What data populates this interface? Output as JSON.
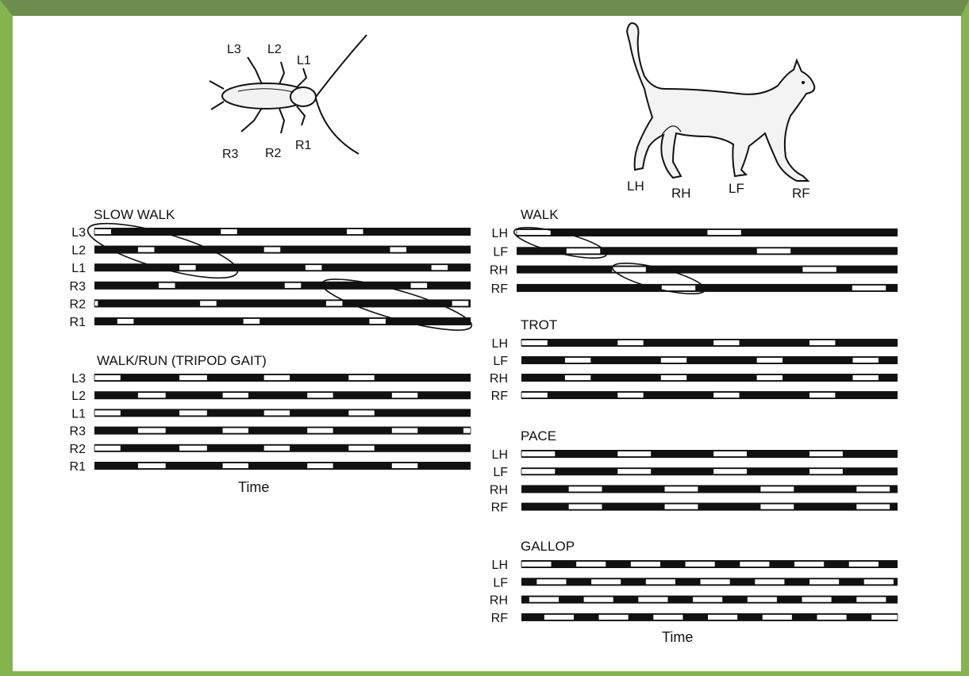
{
  "cockroach": {
    "leg_labels": [
      "L3",
      "L2",
      "L1",
      "R3",
      "R2",
      "R1"
    ]
  },
  "cat": {
    "leg_labels": [
      "LH",
      "RH",
      "LF",
      "RF"
    ]
  },
  "insect_gaits": [
    {
      "title": "SLOW WALK",
      "rows": [
        {
          "label": "L3",
          "swings": [
            [
              0.0,
              0.045
            ],
            [
              0.335,
              0.38
            ],
            [
              0.67,
              0.715
            ]
          ]
        },
        {
          "label": "L2",
          "swings": [
            [
              0.115,
              0.16
            ],
            [
              0.45,
              0.495
            ],
            [
              0.785,
              0.83
            ]
          ]
        },
        {
          "label": "L1",
          "swings": [
            [
              0.225,
              0.27
            ],
            [
              0.56,
              0.605
            ],
            [
              0.895,
              0.94
            ]
          ]
        },
        {
          "label": "R3",
          "swings": [
            [
              0.17,
              0.215
            ],
            [
              0.505,
              0.55
            ],
            [
              0.84,
              0.885
            ]
          ]
        },
        {
          "label": "R2",
          "swings": [
            [
              0.0,
              0.01
            ],
            [
              0.28,
              0.325
            ],
            [
              0.615,
              0.66
            ],
            [
              0.95,
              0.995
            ]
          ]
        },
        {
          "label": "R1",
          "swings": [
            [
              0.06,
              0.105
            ],
            [
              0.395,
              0.44
            ],
            [
              0.73,
              0.775
            ]
          ]
        }
      ]
    },
    {
      "title": "WALK/RUN (TRIPOD GAIT)",
      "rows": [
        {
          "label": "L3",
          "swings": [
            [
              0.0,
              0.07
            ],
            [
              0.225,
              0.3
            ],
            [
              0.45,
              0.52
            ],
            [
              0.675,
              0.745
            ]
          ]
        },
        {
          "label": "L2",
          "swings": [
            [
              0.115,
              0.19
            ],
            [
              0.34,
              0.41
            ],
            [
              0.565,
              0.635
            ],
            [
              0.79,
              0.86
            ]
          ]
        },
        {
          "label": "L1",
          "swings": [
            [
              0.0,
              0.07
            ],
            [
              0.225,
              0.3
            ],
            [
              0.45,
              0.52
            ],
            [
              0.675,
              0.745
            ]
          ]
        },
        {
          "label": "R3",
          "swings": [
            [
              0.115,
              0.19
            ],
            [
              0.34,
              0.41
            ],
            [
              0.565,
              0.635
            ],
            [
              0.79,
              0.86
            ],
            [
              0.98,
              1.0
            ]
          ]
        },
        {
          "label": "R2",
          "swings": [
            [
              0.0,
              0.07
            ],
            [
              0.225,
              0.3
            ],
            [
              0.45,
              0.52
            ],
            [
              0.675,
              0.745
            ]
          ]
        },
        {
          "label": "R1",
          "swings": [
            [
              0.115,
              0.19
            ],
            [
              0.34,
              0.41
            ],
            [
              0.565,
              0.635
            ],
            [
              0.79,
              0.86
            ]
          ]
        }
      ]
    }
  ],
  "cat_gaits": [
    {
      "title": "WALK",
      "rows": [
        {
          "label": "LH",
          "swings": [
            [
              0.0,
              0.09
            ],
            [
              0.5,
              0.59
            ]
          ]
        },
        {
          "label": "LF",
          "swings": [
            [
              0.13,
              0.22
            ],
            [
              0.63,
              0.72
            ]
          ]
        },
        {
          "label": "RH",
          "swings": [
            [
              0.25,
              0.34
            ],
            [
              0.75,
              0.84
            ]
          ]
        },
        {
          "label": "RF",
          "swings": [
            [
              0.38,
              0.47
            ],
            [
              0.88,
              0.97
            ]
          ]
        }
      ]
    },
    {
      "title": "TROT",
      "rows": [
        {
          "label": "LH",
          "swings": [
            [
              0.0,
              0.07
            ],
            [
              0.255,
              0.325
            ],
            [
              0.51,
              0.58
            ],
            [
              0.765,
              0.835
            ]
          ]
        },
        {
          "label": "LF",
          "swings": [
            [
              0.115,
              0.185
            ],
            [
              0.37,
              0.44
            ],
            [
              0.625,
              0.695
            ],
            [
              0.88,
              0.95
            ]
          ]
        },
        {
          "label": "RH",
          "swings": [
            [
              0.115,
              0.185
            ],
            [
              0.37,
              0.44
            ],
            [
              0.625,
              0.695
            ],
            [
              0.88,
              0.95
            ]
          ]
        },
        {
          "label": "RF",
          "swings": [
            [
              0.0,
              0.07
            ],
            [
              0.255,
              0.325
            ],
            [
              0.51,
              0.58
            ],
            [
              0.765,
              0.835
            ]
          ]
        }
      ]
    },
    {
      "title": "PACE",
      "rows": [
        {
          "label": "LH",
          "swings": [
            [
              0.0,
              0.09
            ],
            [
              0.255,
              0.345
            ],
            [
              0.51,
              0.6
            ],
            [
              0.765,
              0.855
            ]
          ]
        },
        {
          "label": "LF",
          "swings": [
            [
              0.0,
              0.09
            ],
            [
              0.255,
              0.345
            ],
            [
              0.51,
              0.6
            ],
            [
              0.765,
              0.855
            ]
          ]
        },
        {
          "label": "RH",
          "swings": [
            [
              0.125,
              0.215
            ],
            [
              0.38,
              0.47
            ],
            [
              0.635,
              0.725
            ],
            [
              0.89,
              0.98
            ]
          ]
        },
        {
          "label": "RF",
          "swings": [
            [
              0.125,
              0.215
            ],
            [
              0.38,
              0.47
            ],
            [
              0.635,
              0.725
            ],
            [
              0.89,
              0.98
            ]
          ]
        }
      ]
    },
    {
      "title": "GALLOP",
      "rows": [
        {
          "label": "LH",
          "swings": [
            [
              0.0,
              0.08
            ],
            [
              0.145,
              0.225
            ],
            [
              0.29,
              0.37
            ],
            [
              0.435,
              0.515
            ],
            [
              0.58,
              0.66
            ],
            [
              0.725,
              0.805
            ],
            [
              0.87,
              0.95
            ]
          ]
        },
        {
          "label": "LF",
          "swings": [
            [
              0.04,
              0.12
            ],
            [
              0.185,
              0.265
            ],
            [
              0.33,
              0.41
            ],
            [
              0.475,
              0.555
            ],
            [
              0.62,
              0.7
            ],
            [
              0.765,
              0.845
            ],
            [
              0.91,
              0.99
            ]
          ]
        },
        {
          "label": "RH",
          "swings": [
            [
              0.02,
              0.1
            ],
            [
              0.165,
              0.245
            ],
            [
              0.31,
              0.39
            ],
            [
              0.455,
              0.535
            ],
            [
              0.6,
              0.68
            ],
            [
              0.745,
              0.825
            ],
            [
              0.89,
              0.97
            ]
          ]
        },
        {
          "label": "RF",
          "swings": [
            [
              0.06,
              0.14
            ],
            [
              0.205,
              0.285
            ],
            [
              0.35,
              0.43
            ],
            [
              0.495,
              0.575
            ],
            [
              0.64,
              0.72
            ],
            [
              0.785,
              0.865
            ],
            [
              0.93,
              1.0
            ]
          ]
        }
      ]
    }
  ],
  "time_label": "Time"
}
